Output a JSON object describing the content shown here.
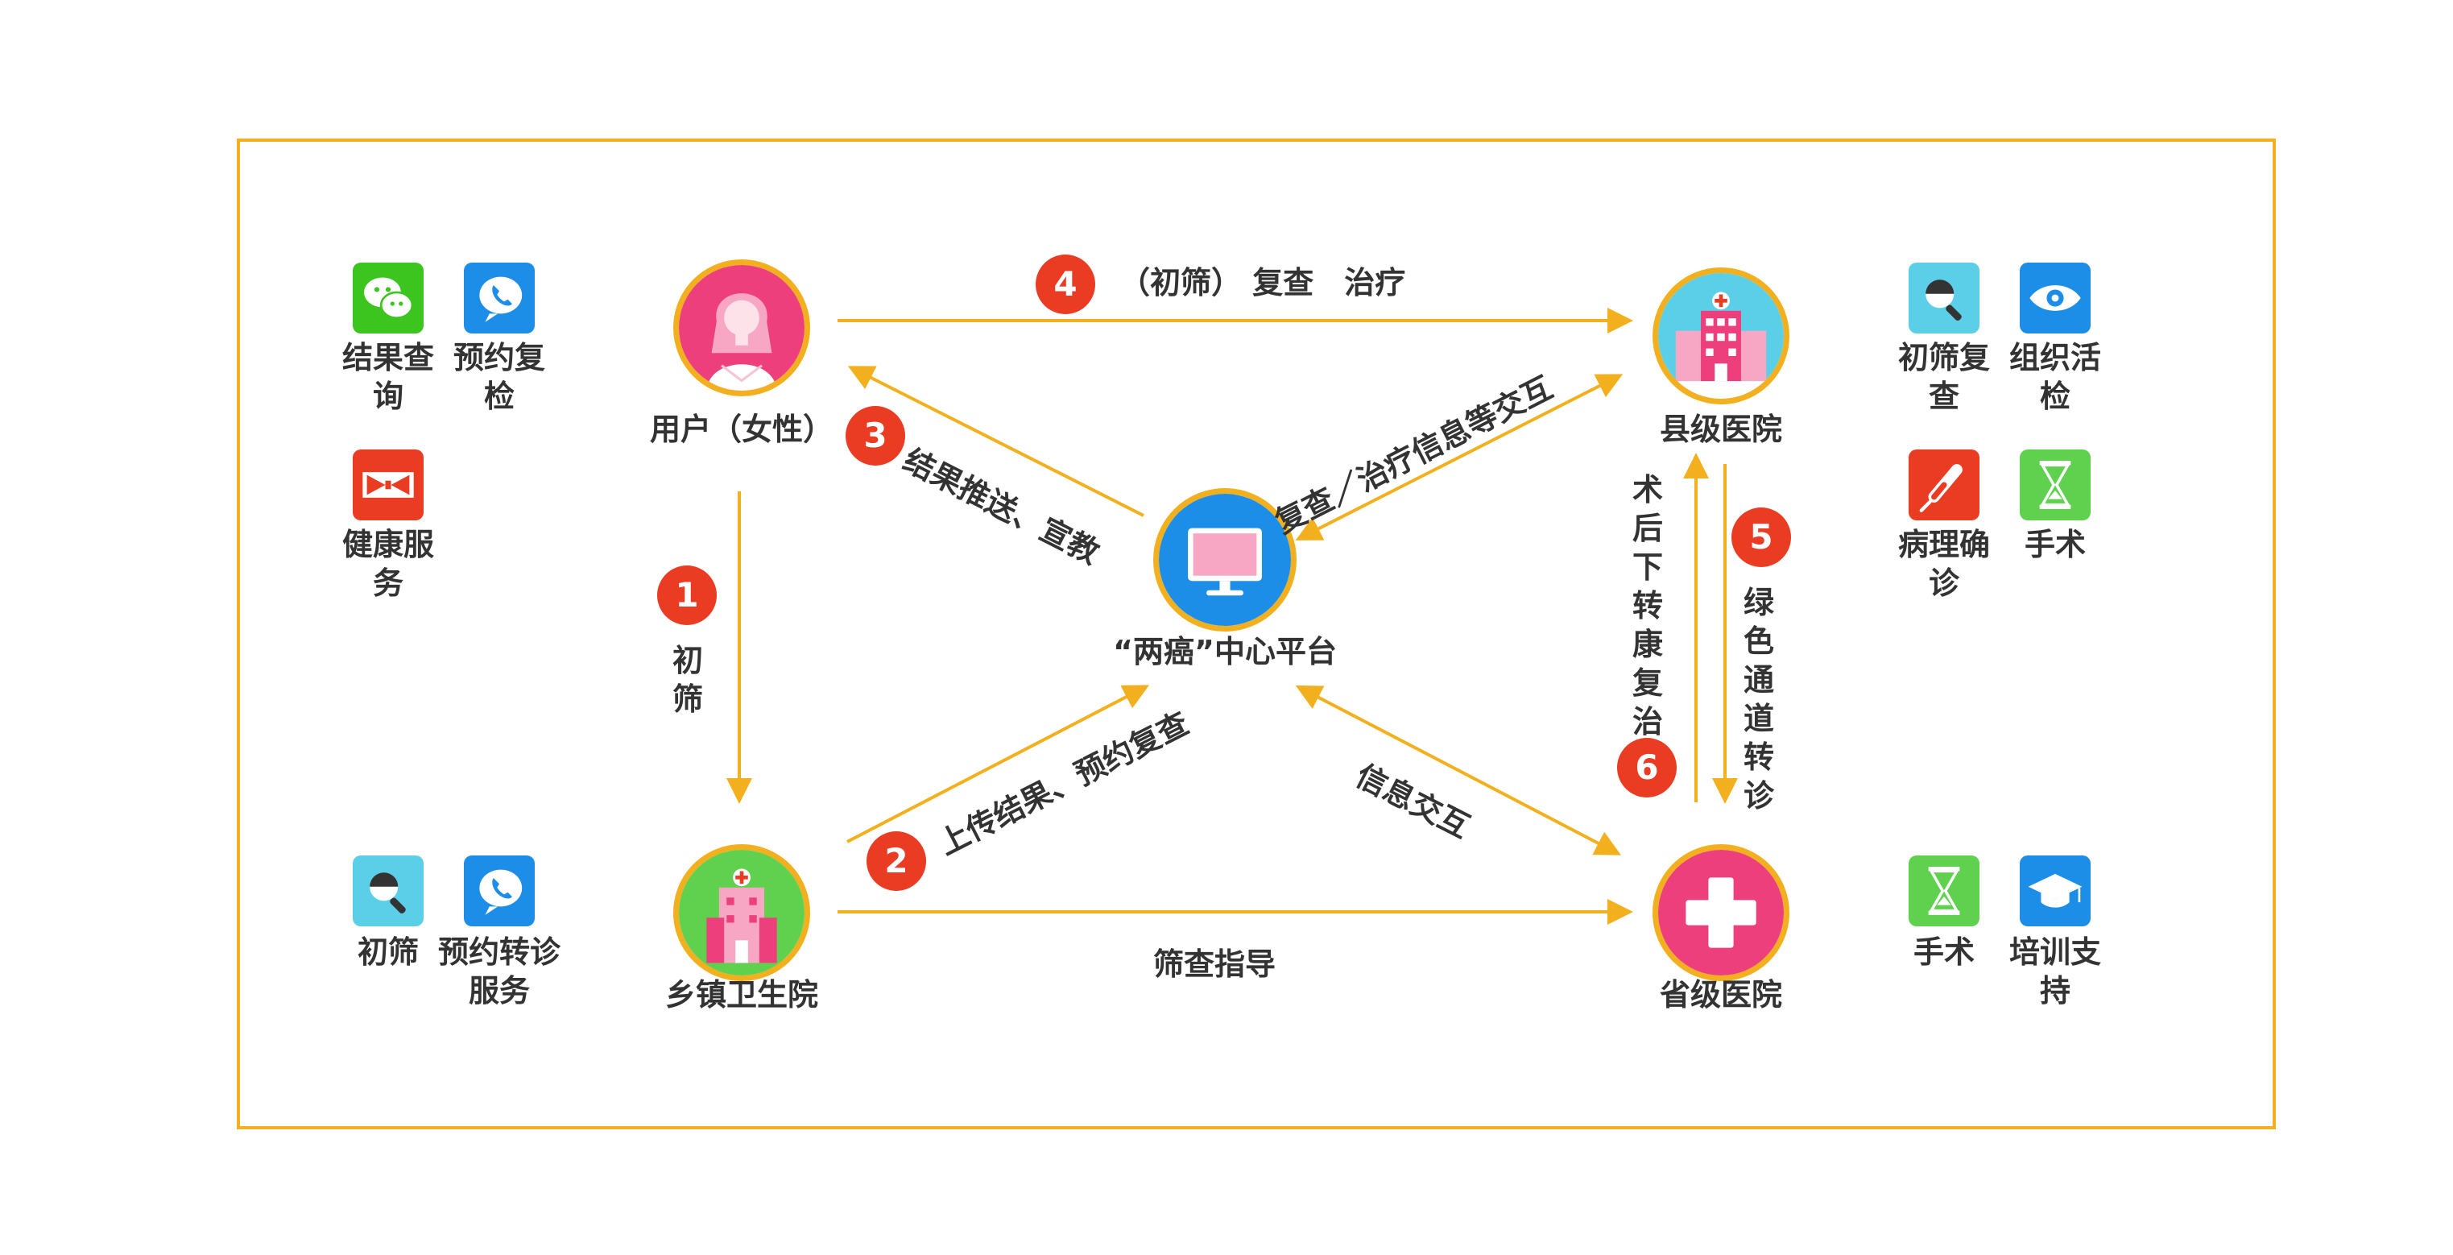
{
  "colors": {
    "frame": "#f2b01e",
    "arrow": "#f2b01e",
    "badge": "#ea3b23",
    "user_bg": "#ee3f7d",
    "county_bg": "#5ccfe8",
    "township_bg": "#5fd14f",
    "province_bg": "#ee3f7d",
    "platform_bg": "#1d8ee8"
  },
  "nodes": {
    "user": {
      "label": "用户（女性）",
      "icon": "woman-icon"
    },
    "county": {
      "label": "县级医院",
      "icon": "hospital-building-icon"
    },
    "township": {
      "label": "乡镇卫生院",
      "icon": "clinic-building-icon"
    },
    "province": {
      "label": "省级医院",
      "icon": "medical-cross-icon"
    },
    "platform": {
      "label": "“两癌”中心平台",
      "icon": "monitor-icon"
    }
  },
  "flows": {
    "f4": {
      "badge": "4",
      "label": "（初筛） 复查　治疗"
    },
    "f3": {
      "badge": "3",
      "label": "结果推送、宣教"
    },
    "f1": {
      "badge": "1",
      "label": "初筛"
    },
    "f2": {
      "badge": "2",
      "label": "上传结果、预约复查"
    },
    "f5": {
      "badge": "5",
      "label": "绿色通道转诊"
    },
    "f6": {
      "badge": "6",
      "label": "术后下转康复治疗"
    },
    "county_platform": {
      "label": "复查／治疗信息等交互"
    },
    "province_platform": {
      "label": "信息交互"
    },
    "township_province": {
      "label": "筛查指导"
    }
  },
  "left_top_tiles": [
    {
      "label": "结果查询",
      "icon": "wechat-icon",
      "color": "#3cc51f"
    },
    {
      "label": "预约复检",
      "icon": "phone-chat-icon",
      "color": "#1d8ee8"
    },
    {
      "label": "健康服务",
      "icon": "bow-tie-icon",
      "color": "#ea3b23"
    }
  ],
  "left_bottom_tiles": [
    {
      "label": "初筛",
      "icon": "magnifier-icon",
      "color": "#5ccfe8"
    },
    {
      "label": "预约转诊服务",
      "icon": "phone-chat-icon",
      "color": "#1d8ee8"
    }
  ],
  "right_top_tiles": [
    {
      "label": "初筛复查",
      "icon": "magnifier-icon",
      "color": "#5ccfe8"
    },
    {
      "label": "组织活检",
      "icon": "eye-icon",
      "color": "#1d8ee8"
    },
    {
      "label": "病理确诊",
      "icon": "test-tube-icon",
      "color": "#ea3b23"
    },
    {
      "label": "手术",
      "icon": "hourglass-icon",
      "color": "#5fd14f"
    }
  ],
  "right_bottom_tiles": [
    {
      "label": "手术",
      "icon": "hourglass-icon",
      "color": "#5fd14f"
    },
    {
      "label": "培训支持",
      "icon": "graduation-cap-icon",
      "color": "#1d8ee8"
    }
  ]
}
